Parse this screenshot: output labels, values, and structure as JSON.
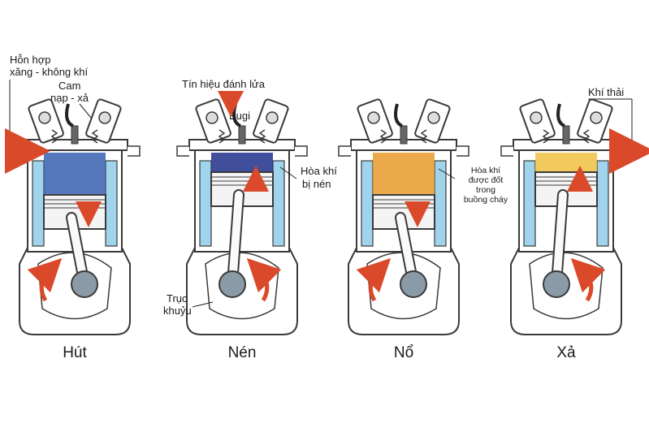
{
  "strokes": [
    {
      "name": "Hút",
      "gas": "intake",
      "piston": "down",
      "crank": "ccw"
    },
    {
      "name": "Nén",
      "gas": "compress",
      "piston": "up",
      "crank": "cw"
    },
    {
      "name": "Nổ",
      "gas": "burn",
      "piston": "down",
      "crank": "ccw"
    },
    {
      "name": "Xả",
      "gas": "exhaust",
      "piston": "up",
      "crank": "cw"
    }
  ],
  "annotations": {
    "intake_mixture_line1": "Hỗn hợp",
    "intake_mixture_line2": "xăng - không khí",
    "cam_line1": "Cam",
    "cam_line2": "nạp - xả",
    "ignition_signal": "Tín hiệu đánh lửa",
    "spark_plug": "Bugi",
    "compressed_line1": "Hòa khí",
    "compressed_line2": "bị nén",
    "crankshaft_line1": "Trục",
    "crankshaft_line2": "khuỷu",
    "burned_line1": "Hòa khí",
    "burned_line2": "được đốt",
    "burned_line3": "trong",
    "burned_line4": "buồng cháy",
    "exhaust_gas": "Khí thải"
  },
  "colors": {
    "coolant": "#9fd4ec",
    "block_outline": "#3a3a3a",
    "intake_gas": "#3a5fb0",
    "compressed_gas": "#1f2f8a",
    "burning_gas": "#e89a2a",
    "exhaust_gas": "#f0c040",
    "arrow": "#d9492a",
    "crank_disc": "#8a9aa6"
  }
}
